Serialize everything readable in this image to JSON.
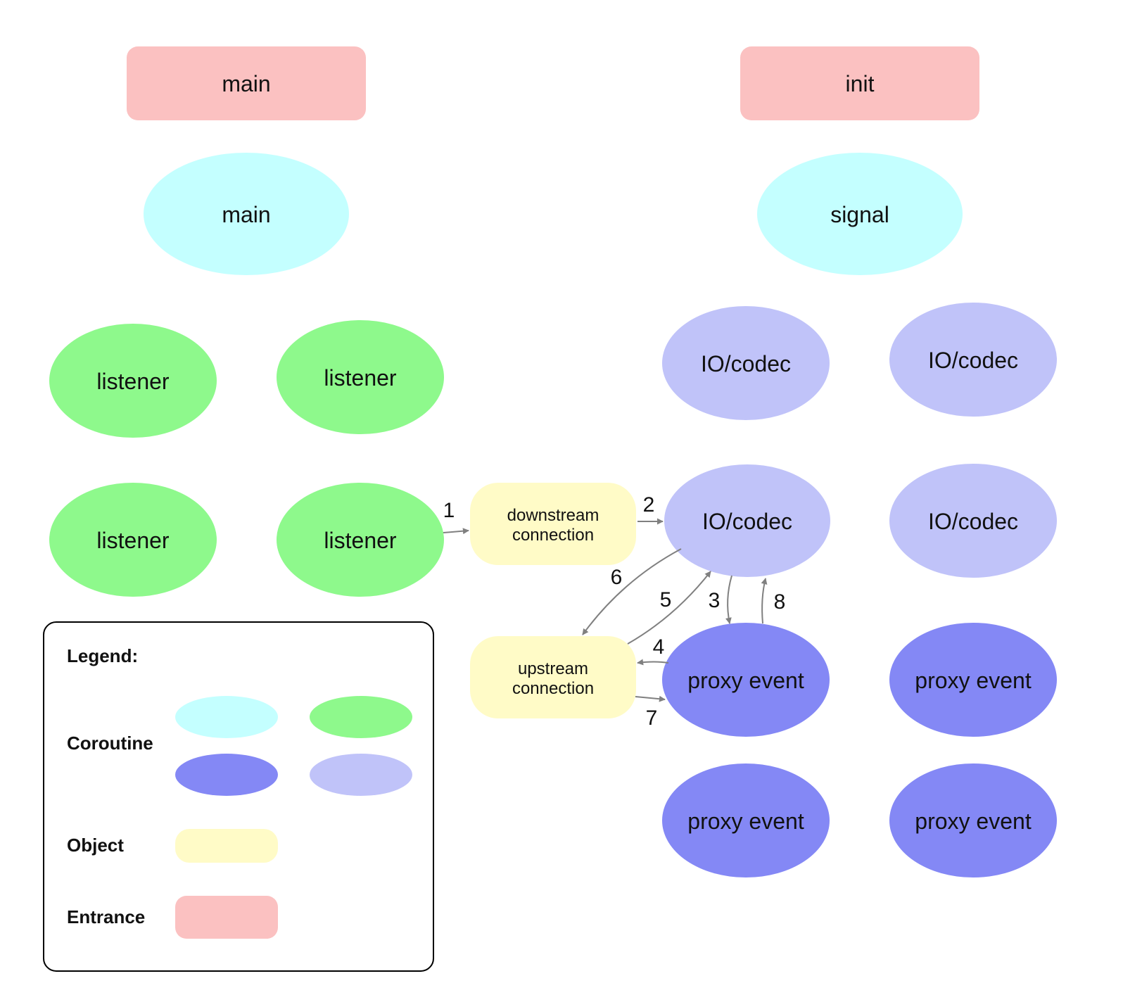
{
  "colors": {
    "entrance": "#fbc1c1",
    "coroutine_cyan": "#c4ffff",
    "coroutine_green": "#8ef98c",
    "coroutine_lavender": "#c0c3f9",
    "coroutine_blue": "#8488f5",
    "object": "#fffbc7",
    "edge": "#808080"
  },
  "nodes": {
    "entrance_main": "main",
    "entrance_init": "init",
    "coroutine_main": "main",
    "coroutine_signal": "signal",
    "listener": "listener",
    "io_codec": "IO/codec",
    "proxy_event": "proxy event",
    "downstream_line1": "downstream",
    "downstream_line2": "connection",
    "upstream_line1": "upstream",
    "upstream_line2": "connection"
  },
  "edges": [
    "1",
    "2",
    "3",
    "4",
    "5",
    "6",
    "7",
    "8"
  ],
  "legend": {
    "title": "Legend:",
    "coroutine": "Coroutine",
    "object": "Object",
    "entrance": "Entrance"
  }
}
